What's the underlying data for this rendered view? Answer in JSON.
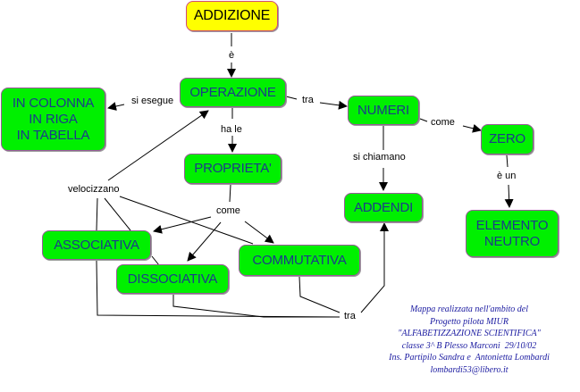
{
  "diagram": {
    "type": "concept-map",
    "colors": {
      "root_fill": "#ffff00",
      "node_fill": "#00f000",
      "node_text": "#1c3a8a",
      "node_border": "#9a5a9a",
      "credits_text": "#1a1aa0"
    },
    "nodes": {
      "addizione": "ADDIZIONE",
      "operazione": "OPERAZIONE",
      "in_colonna": "IN COLONNA\nIN RIGA\nIN TABELLA",
      "numeri": "NUMERI",
      "zero": "ZERO",
      "proprieta": "PROPRIETA'",
      "addendi": "ADDENDI",
      "elemento_neutro": "ELEMENTO\nNEUTRO",
      "associativa": "ASSOCIATIVA",
      "dissociativa": "DISSOCIATIVA",
      "commutativa": "COMMUTATIVA"
    },
    "links": {
      "e": "è",
      "si_esegue": "si esegue",
      "tra_1": "tra",
      "come_1": "come",
      "ha_le": "ha le",
      "si_chiamano": "si chiamano",
      "e_un": "è un",
      "velocizzano": "velocizzano",
      "come_2": "come",
      "tra_2": "tra"
    },
    "credits": [
      "Mappa realizzata nell'ambito del",
      "Progetto pilota MIUR",
      "\"ALFABETIZZAZIONE SCIENTIFICA\"",
      "classe 3^ B Plesso Marconi  29/10/02",
      "Ins. Partipilo Sandra e  Antonietta Lombardi",
      "lombardi53@libero.it"
    ]
  }
}
